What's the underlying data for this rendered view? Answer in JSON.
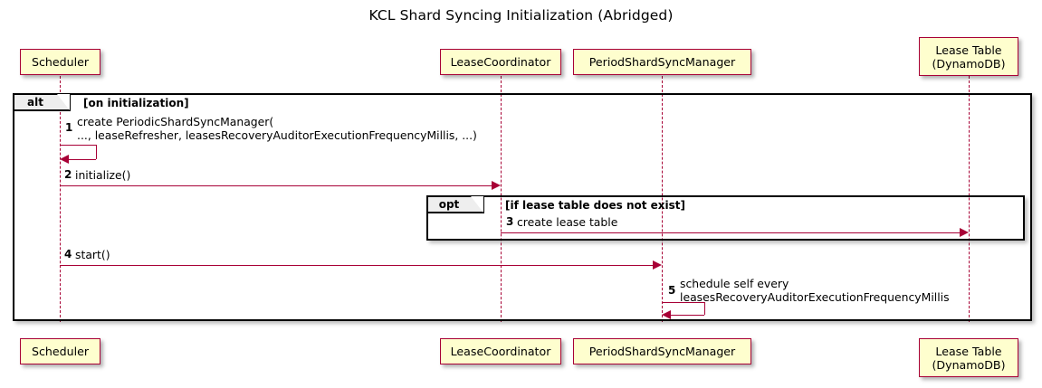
{
  "title": "KCL Shard Syncing Initialization (Abridged)",
  "colors": {
    "participant_fill": "#FEFECE",
    "participant_border": "#A80036",
    "lifeline": "#A80036",
    "arrow": "#A80036",
    "frame_border": "#000000",
    "frame_tab_fill": "#EEEEEE",
    "background": "#FFFFFF"
  },
  "participants": [
    {
      "id": "scheduler",
      "label": "Scheduler"
    },
    {
      "id": "leasecoord",
      "label": "LeaseCoordinator"
    },
    {
      "id": "psyncmanager",
      "label": "PeriodShardSyncManager"
    },
    {
      "id": "leasetable",
      "label": "Lease Table\n(DynamoDB)"
    }
  ],
  "fragments": [
    {
      "id": "alt-frame",
      "type": "alt",
      "condition": "[on initialization]"
    },
    {
      "id": "opt-frame",
      "type": "opt",
      "condition": "[if lease table does not exist]"
    }
  ],
  "messages": [
    {
      "num": "1",
      "text": "create PeriodicShardSyncManager(\n   ..., leaseRefresher, leasesRecoveryAuditorExecutionFrequencyMillis, ...)",
      "from": "scheduler",
      "to": "scheduler",
      "kind": "self"
    },
    {
      "num": "2",
      "text": "initialize()",
      "from": "scheduler",
      "to": "leasecoord",
      "kind": "call"
    },
    {
      "num": "3",
      "text": "create lease table",
      "from": "leasecoord",
      "to": "leasetable",
      "kind": "call"
    },
    {
      "num": "4",
      "text": "start()",
      "from": "scheduler",
      "to": "psyncmanager",
      "kind": "call"
    },
    {
      "num": "5",
      "text": "schedule self every\n   leasesRecoveryAuditorExecutionFrequencyMillis",
      "from": "psyncmanager",
      "to": "psyncmanager",
      "kind": "self"
    }
  ]
}
